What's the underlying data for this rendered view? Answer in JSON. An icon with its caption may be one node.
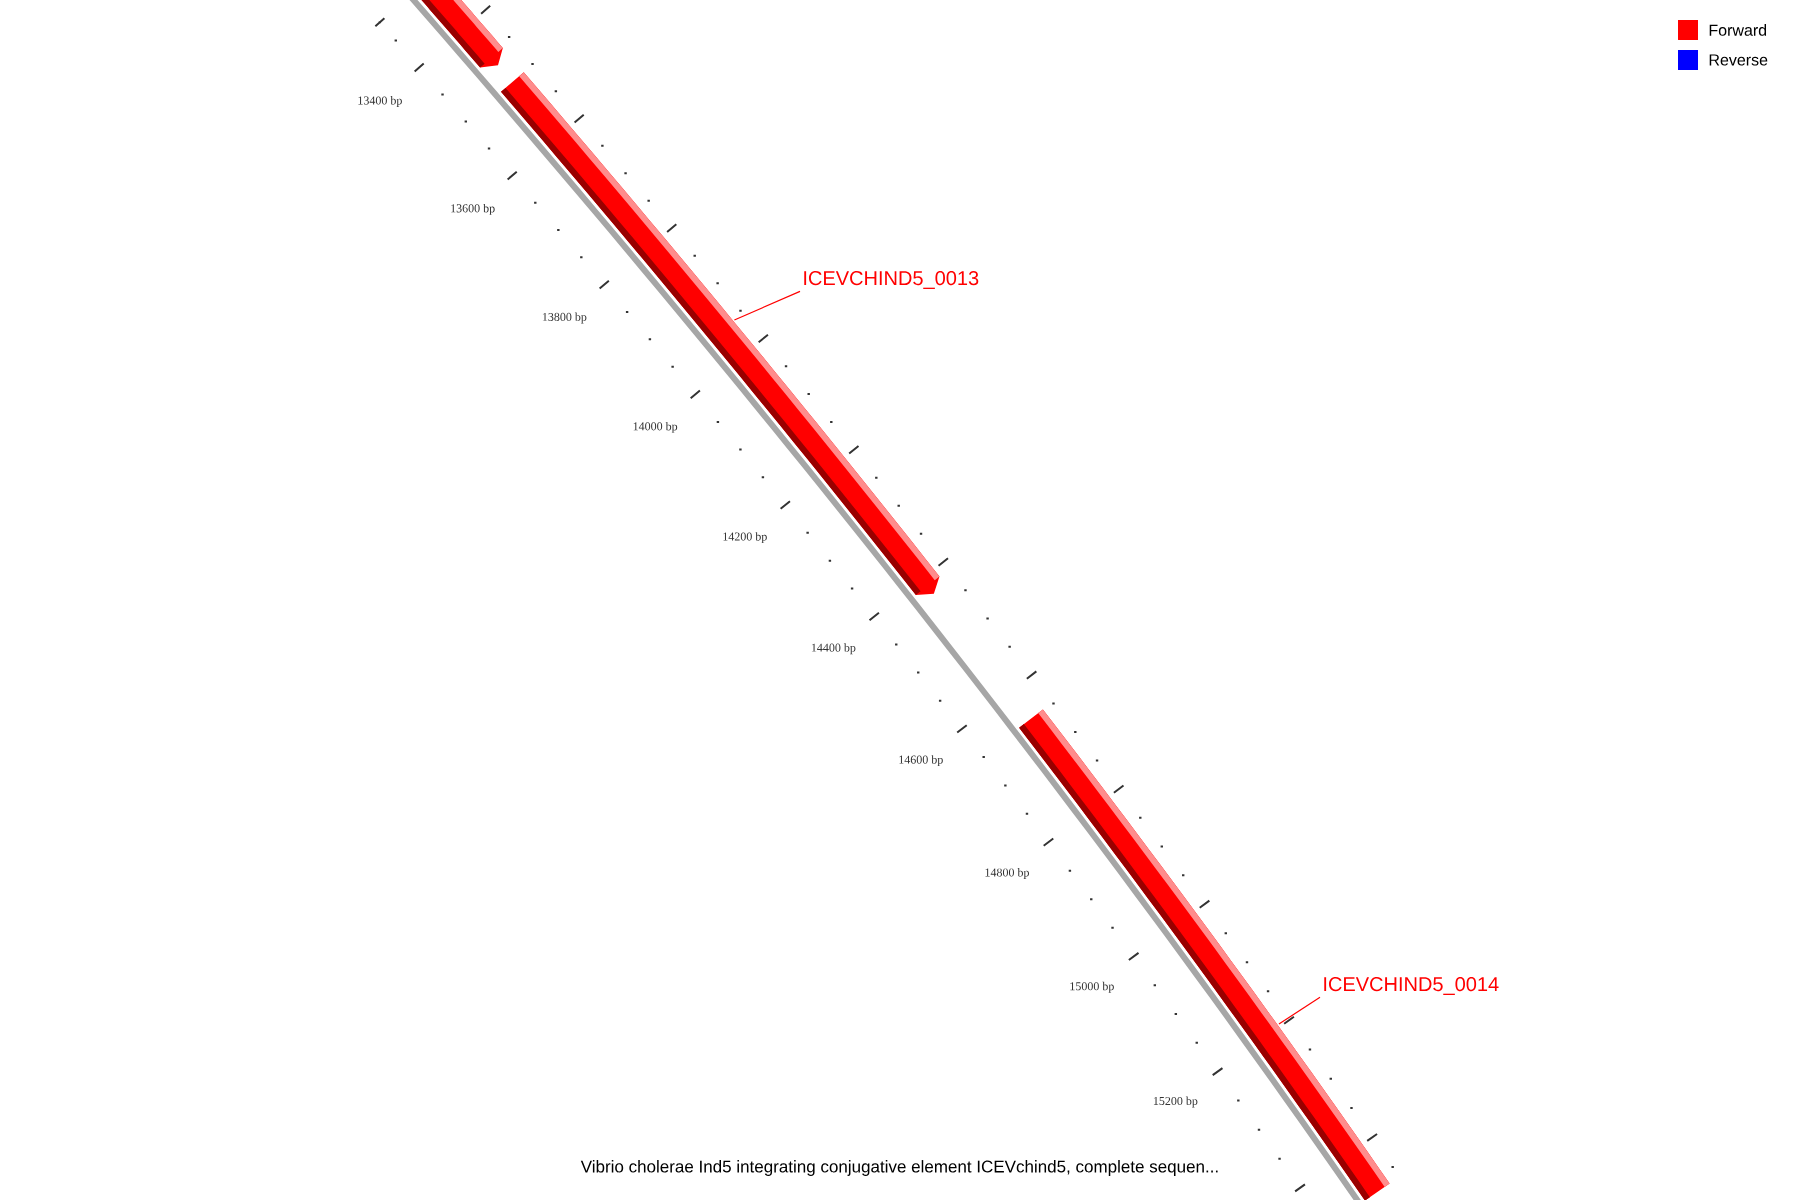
{
  "diagram": {
    "caption": "Vibrio cholerae Ind5 integrating conjugative element ICEVchind5, complete sequen...",
    "nodes": [
      {
        "text": [],
        "shape": "bar"
      },
      {
        "text": [
          "ICEVCHIND5_0013"
        ]
      },
      {
        "text": [],
        "shape": "bar"
      },
      {
        "text": [
          "ICEVCHIND5_0014"
        ]
      },
      {
        "text": [],
        "shape": "bar"
      }
    ],
    "edges": [
      {
        "from": 1,
        "to": 2,
        "arrow": "none"
      },
      {
        "from": 3,
        "to": 4,
        "arrow": "none"
      }
    ],
    "labels": [
      "13400 bp",
      "13600 bp",
      "13800 bp",
      "14000 bp",
      "14200 bp",
      "14400 bp",
      "14600 bp",
      "14800 bp",
      "15000 bp",
      "15200 bp"
    ],
    "legend": [
      {
        "text": "Forward",
        "color": "#ff0000"
      },
      {
        "text": "Reverse",
        "color": "#0000ff"
      }
    ]
  }
}
